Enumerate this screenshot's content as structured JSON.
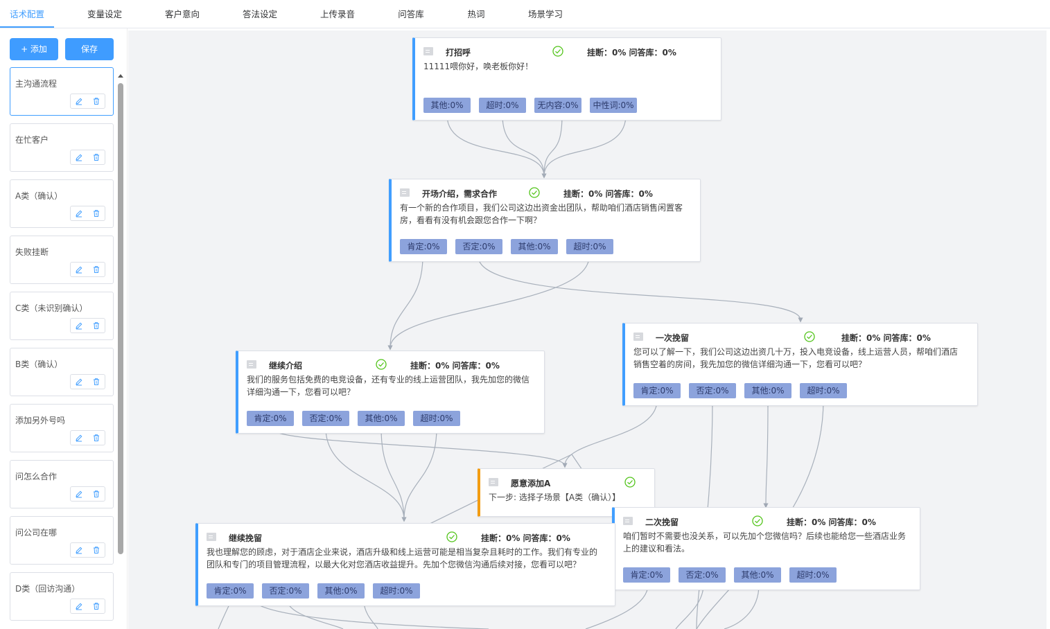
{
  "tabs": [
    {
      "label": "话术配置",
      "active": true
    },
    {
      "label": "变量设定"
    },
    {
      "label": "客户意向"
    },
    {
      "label": "答法设定"
    },
    {
      "label": "上传录音"
    },
    {
      "label": "问答库"
    },
    {
      "label": "热词"
    },
    {
      "label": "场景学习"
    }
  ],
  "toolbar": {
    "add_label": "+ 添加",
    "save_label": "保存"
  },
  "flows": [
    {
      "label": "主沟通流程"
    },
    {
      "label": "在忙客户"
    },
    {
      "label": "A类（确认）"
    },
    {
      "label": "失败挂断"
    },
    {
      "label": "C类（未识别确认）"
    },
    {
      "label": "B类（确认）"
    },
    {
      "label": "添加另外号吗"
    },
    {
      "label": "问怎么合作"
    },
    {
      "label": "问公司在哪"
    },
    {
      "label": "D类（回访沟通）"
    }
  ],
  "nodes": [
    {
      "title": "打招呼",
      "stats": "挂断：0% 问答库：0%",
      "text": "11111喂你好，唤老板你好！",
      "tags": [
        "其他:0%",
        "超时:0%",
        "无内容:0%",
        "中性词:0%"
      ]
    },
    {
      "title": "开场介绍，需求合作",
      "stats": "挂断：0% 问答库：0%",
      "text": "有一个新的合作项目，我们公司这边出资金出团队，帮助咱们酒店销售闲置客房，看看有没有机会跟您合作一下啊？",
      "tags": [
        "肯定:0%",
        "否定:0%",
        "其他:0%",
        "超时:0%"
      ]
    },
    {
      "title": "一次挽留",
      "stats": "挂断：0% 问答库：0%",
      "text": "您可以了解一下，我们公司这边出资几十万，投入电竞设备，线上运营人员，帮咱们酒店销售空着的房间，我先加您的微信详细沟通一下，您看可以吧？",
      "tags": [
        "肯定:0%",
        "否定:0%",
        "其他:0%",
        "超时:0%"
      ]
    },
    {
      "title": "继续介绍",
      "stats": "挂断：0% 问答库：0%",
      "text": "我们的服务包括免费的电竞设备，还有专业的线上运营团队，我先加您的微信详细沟通一下，您看可以吧？",
      "tags": [
        "肯定:0%",
        "否定:0%",
        "其他:0%",
        "超时:0%"
      ]
    },
    {
      "title": "愿意添加A",
      "stats": "",
      "text": "下一步: 选择子场景【A类（确认）】",
      "tags": []
    },
    {
      "title": "二次挽留",
      "stats": "挂断：0% 问答库：0%",
      "text": "咱们暂时不需要也没关系，可以先加个您微信吗？后续也能给您一些酒店业务上的建议和看法。",
      "tags": [
        "肯定:0%",
        "否定:0%",
        "其他:0%",
        "超时:0%"
      ]
    },
    {
      "title": "继续挽留",
      "stats": "挂断：0% 问答库：0%",
      "text": "我也理解您的顾虑，对于酒店企业来说，酒店升级和线上运营可能是相当复杂且耗时的工作。我们有专业的团队和专门的项目管理流程，以最大化对您酒店收益提升。先加个您微信沟通后续对接，您看可以吧？",
      "tags": [
        "肯定:0%",
        "否定:0%",
        "其他:0%",
        "超时:0%"
      ]
    }
  ],
  "colors": {
    "accent": "#409eff",
    "tag_bg": "#8ca3dc",
    "jump_node": "#f39c12",
    "check": "#52c41a"
  }
}
